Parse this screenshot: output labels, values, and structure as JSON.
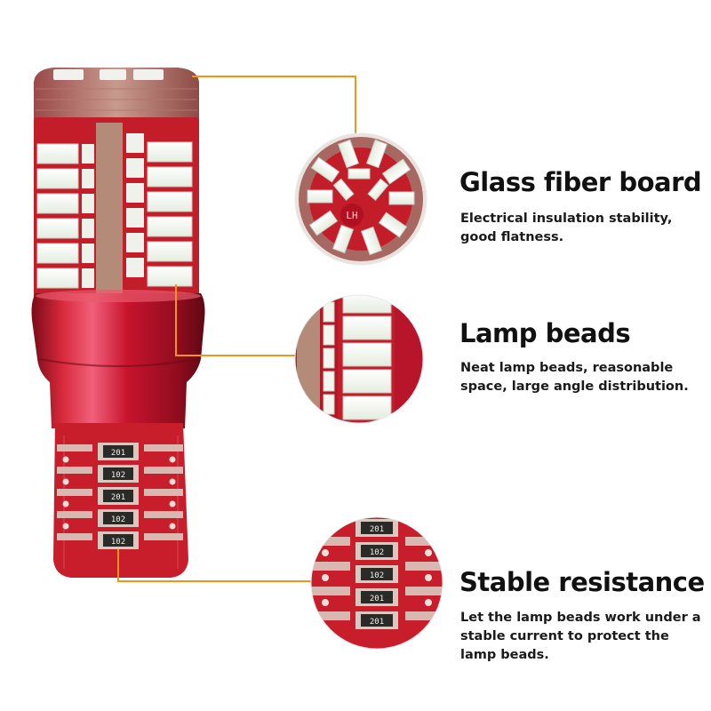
{
  "features": [
    {
      "title": "Glass fiber board",
      "description": "Electrical insulation stability, good flatness."
    },
    {
      "title": "Lamp beads",
      "description": "Neat lamp beads, reasonable space, large angle distribution."
    },
    {
      "title": "Stable resistance",
      "description": "Let the lamp beads work under a stable current to protect the lamp beads."
    }
  ],
  "bulb": {
    "resistor_codes": [
      "201",
      "102",
      "201",
      "102",
      "102"
    ]
  },
  "board_circle": {
    "marking": "LH"
  },
  "resistor_circle": {
    "codes": [
      "201",
      "102",
      "102",
      "201",
      "201"
    ]
  },
  "colors": {
    "callout_line": "#f39419",
    "pcb_red": "#c41d2a",
    "led_white": "#f4f7f2",
    "base_red": "#c4142c"
  }
}
